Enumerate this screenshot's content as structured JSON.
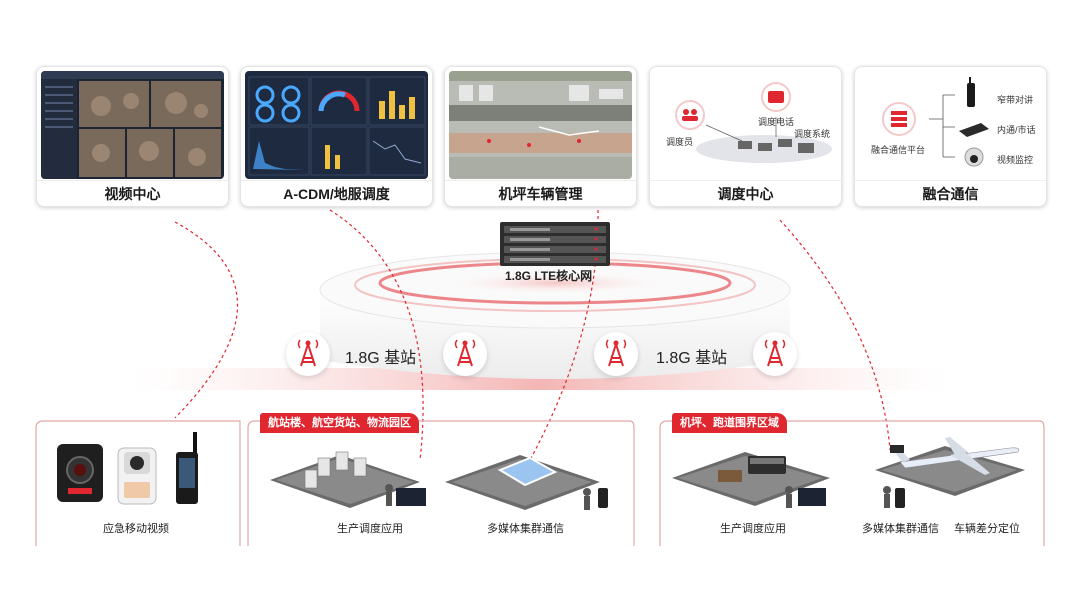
{
  "top_cards": [
    {
      "name": "video-center",
      "label": "视频中心"
    },
    {
      "name": "acdm",
      "label": "A-CDM/地服调度"
    },
    {
      "name": "apron-vehicle",
      "label": "机坪车辆管理"
    },
    {
      "name": "dispatch-center",
      "label": "调度中心"
    },
    {
      "name": "fusion-comm",
      "label": "融合通信"
    }
  ],
  "dispatch_card": {
    "operator": "调度员",
    "phone": "调度电话",
    "system": "调度系统"
  },
  "fusion_card": {
    "platform": "融合通信平台",
    "devices": [
      "窄带对讲",
      "内通/市话",
      "视频监控"
    ]
  },
  "core": {
    "label": "1.8G LTE核心网"
  },
  "base_stations": [
    "1.8G 基站",
    "1.8G 基站"
  ],
  "zones": [
    {
      "tag": "航站楼、航空货站、物流园区",
      "captions": [
        "生产调度应用",
        "多媒体集群通信"
      ]
    },
    {
      "tag": "机坪、跑道围界区域",
      "captions": [
        "生产调度应用",
        "多媒体集群通信",
        "车辆差分定位"
      ]
    }
  ],
  "left_box": {
    "caption": "应急移动视频"
  },
  "colors": {
    "accent": "#e0262e",
    "dark_screen": "#1c2433",
    "line": "#c8c8c8"
  }
}
